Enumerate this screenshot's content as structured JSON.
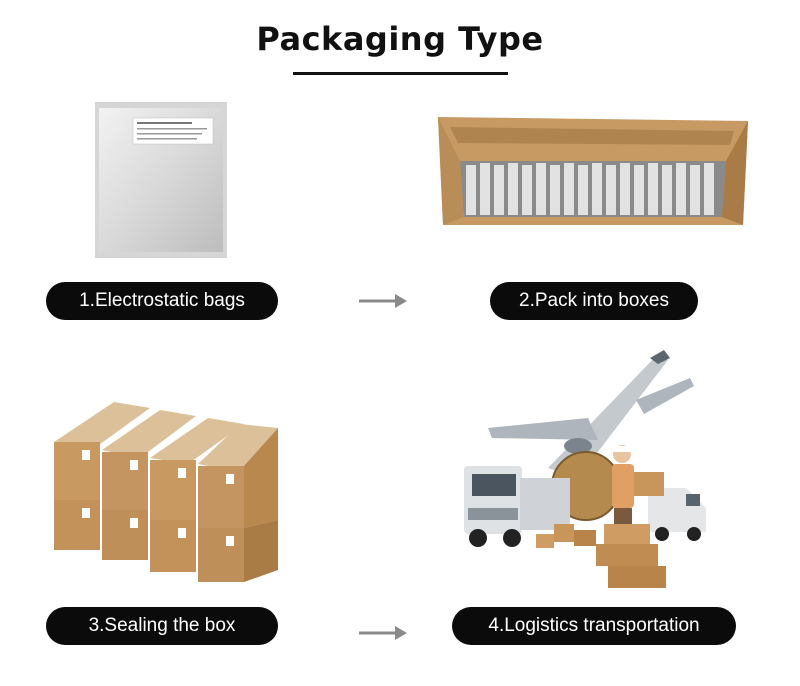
{
  "title": "Packaging Type",
  "steps": [
    {
      "label": "1.Electrostatic bags"
    },
    {
      "label": "2.Pack into boxes"
    },
    {
      "label": "3.Sealing the box"
    },
    {
      "label": "4.Logistics transportation"
    }
  ],
  "colors": {
    "pill_bg": "#0b0b0b",
    "pill_text": "#ffffff",
    "arrow": "#8a8a8a",
    "cardboard": "#c9a06a"
  }
}
